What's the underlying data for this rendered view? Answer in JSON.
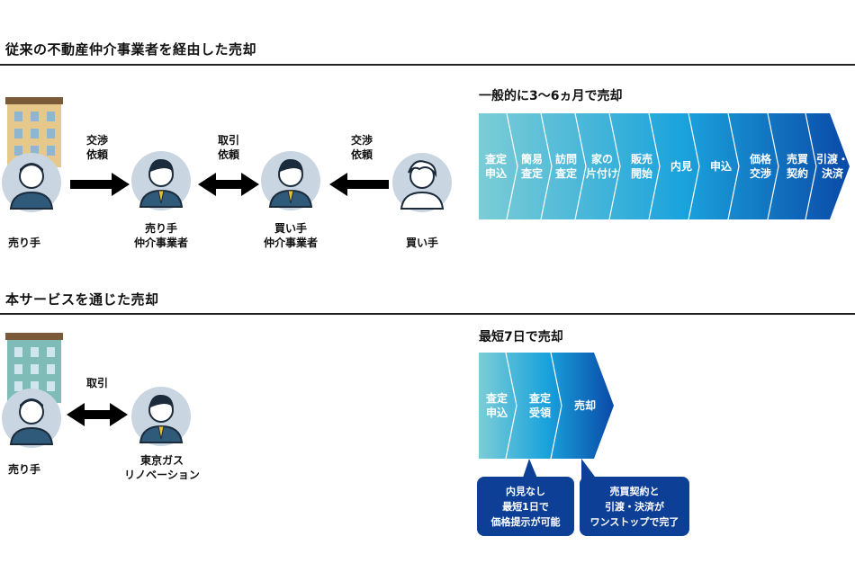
{
  "sections": {
    "traditional_title": "従来の不動産仲介事業者を経由した売却",
    "service_title": "本サービスを通じた売却"
  },
  "traditional": {
    "people": [
      {
        "label": "売り手"
      },
      {
        "label": "売り手\n仲介事業者"
      },
      {
        "label": "買い手\n仲介事業者"
      },
      {
        "label": "買い手"
      }
    ],
    "arrows": [
      {
        "label": "交渉\n依頼",
        "direction": "right"
      },
      {
        "label": "取引\n依頼",
        "direction": "both"
      },
      {
        "label": "交渉\n依頼",
        "direction": "left"
      }
    ],
    "timeline_title": "一般的に3～6ヵ月で売却",
    "steps": [
      "査定\n申込",
      "簡易\n査定",
      "訪問\n査定",
      "家の\n片付け",
      "販売\n開始",
      "内見",
      "申込",
      "価格\n交渉",
      "売買\n契約",
      "引渡・\n決済"
    ]
  },
  "service": {
    "people": [
      {
        "label": "売り手"
      },
      {
        "label": "東京ガス\nリノベーション"
      }
    ],
    "arrow": {
      "label": "取引",
      "direction": "both"
    },
    "timeline_title": "最短7日で売却",
    "steps": [
      "査定\n申込",
      "査定\n受領",
      "売却"
    ],
    "bubbles": [
      "内見なし\n最短1日で\n価格提示が可能",
      "売買契約と\n引渡・決済が\nワンストップで完了"
    ]
  },
  "colors": {
    "chevron_start": "#7ccdd6",
    "chevron_end": "#0a4aa8",
    "bubble": "#0d3f96",
    "avatar_bg": "#c9d6e2",
    "building_old": "#e6c98a",
    "building_new": "#7fbcb7"
  }
}
